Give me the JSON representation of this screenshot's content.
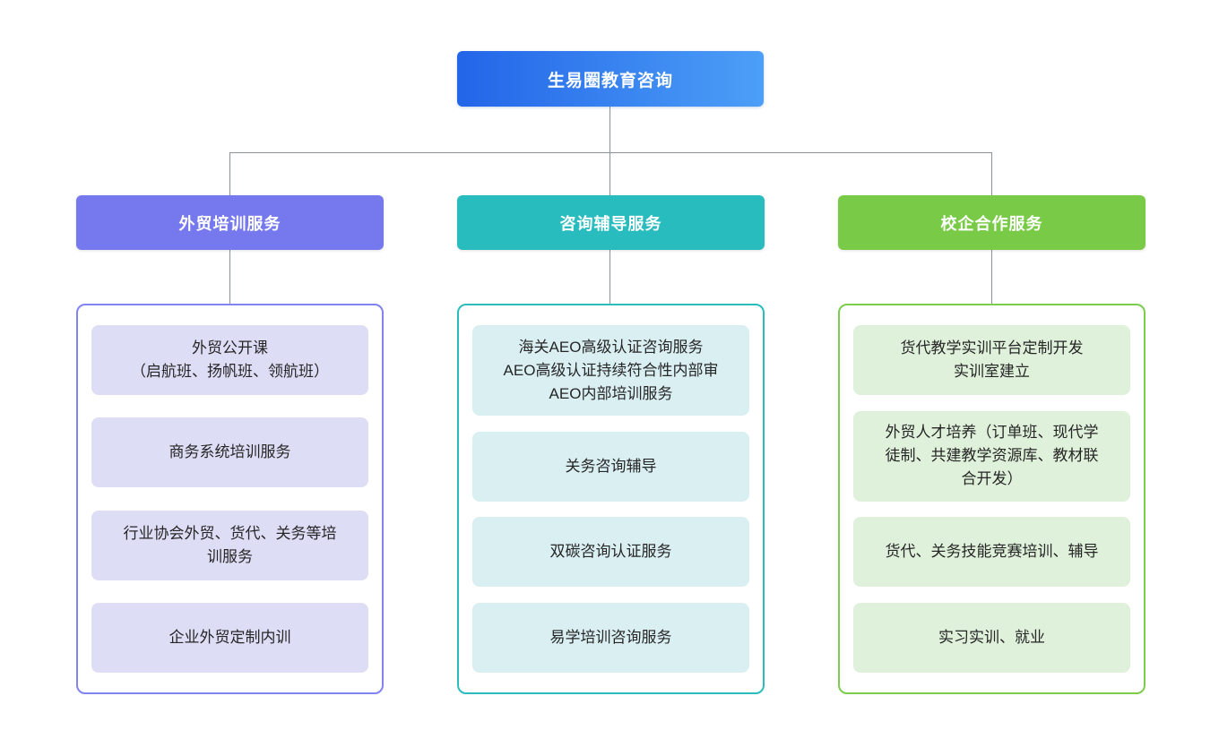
{
  "diagram": {
    "type": "org-chart",
    "connector_color": "#8b9199",
    "root": {
      "label": "生易圈教育咨询",
      "gradient": [
        "#2365e8",
        "#4c9ff7"
      ]
    },
    "branches": [
      {
        "label": "外贸培训服务",
        "header_color": "#7678ee",
        "border_color": "#8183f0",
        "item_bg_color": "#deddf6",
        "items": [
          "外贸公开课\n（启航班、扬帆班、领航班）",
          "商务系统培训服务",
          "行业协会外贸、货代、关务等培训服务",
          "企业外贸定制内训"
        ]
      },
      {
        "label": "咨询辅导服务",
        "header_color": "#29bcbe",
        "border_color": "#2bbdbe",
        "item_bg_color": "#daeff2",
        "items": [
          "海关AEO高级认证咨询服务\nAEO高级认证持续符合性内部审\nAEO内部培训服务",
          "关务咨询辅导",
          "双碳咨询认证服务",
          "易学培训咨询服务"
        ]
      },
      {
        "label": "校企合作服务",
        "header_color": "#79cb47",
        "border_color": "#7ccd4e",
        "item_bg_color": "#dff1db",
        "items": [
          "货代教学实训平台定制开发\n实训室建立",
          "外贸人才培养（订单班、现代学徒制、共建教学资源库、教材联合开发）",
          "货代、关务技能竞赛培训、辅导",
          "实习实训、就业"
        ]
      }
    ]
  }
}
